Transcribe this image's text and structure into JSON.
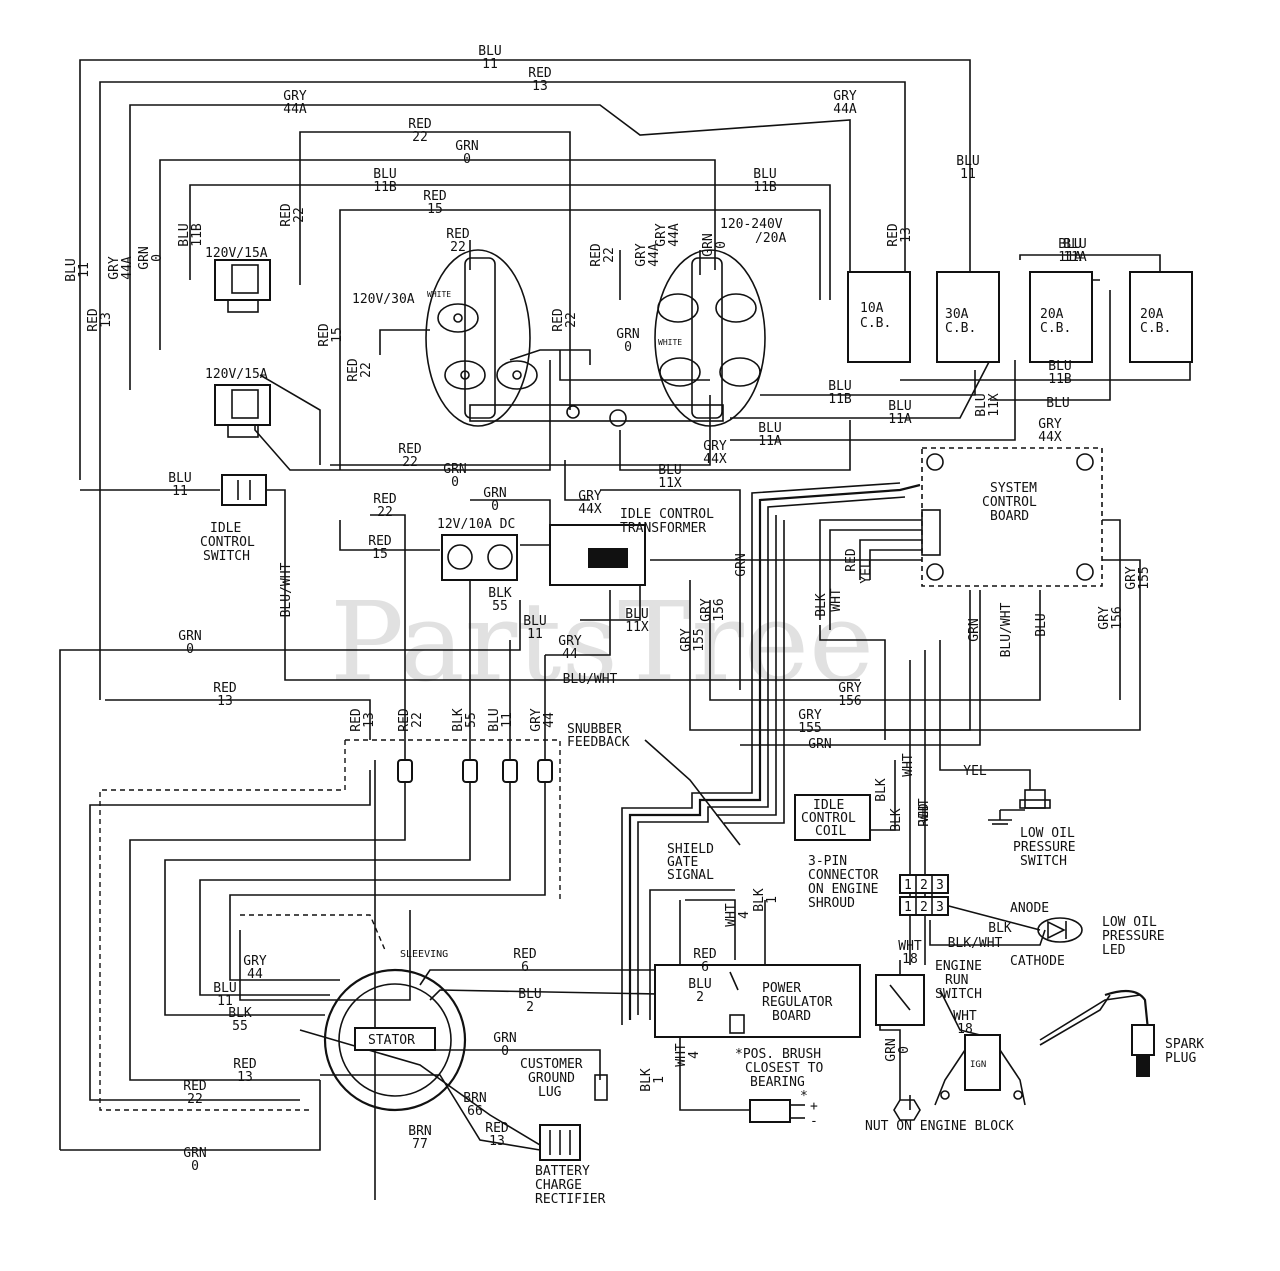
{
  "watermark": "PartsTree",
  "components": {
    "outlet_120v_30a": "120V/30A",
    "outlet_120_240v_20a": "120-240V\n/20A",
    "outlet_120v_15a_top": "120V/15A",
    "outlet_120v_15a_bottom": "120V/15A",
    "white_a": "WHITE",
    "white_b": "WHITE",
    "cb_10a": "10A\nC.B.",
    "cb_30a": "30A\nC.B.",
    "cb_20a_a": "20A\nC.B.",
    "cb_20a_b": "20A\nC.B.",
    "dc_12v_10a": "12V/10A DC",
    "idle_control_switch": "IDLE\nCONTROL\nSWITCH",
    "idle_control_transformer": "IDLE CONTROL\nTRANSFORMER",
    "system_control_board": "SYSTEM\nCONTROL\nBOARD",
    "snubber_feedback": "SNUBBER\nFEEDBACK",
    "shield_gate_signal": "SHIELD\nGATE\nSIGNAL",
    "idle_control_coil": "IDLE\nCONTROL\nCOIL",
    "low_oil_pressure_switch": "LOW OIL\nPRESSURE\nSWITCH",
    "three_pin_connector": "3-PIN\nCONNECTOR\nON ENGINE\nSHROUD",
    "anode": "ANODE",
    "cathode": "CATHODE",
    "low_oil_pressure_led": "LOW OIL\nPRESSURE\nLED",
    "engine_run_switch": "ENGINE\nRUN\nSWITCH",
    "spark_plug": "SPARK\nPLUG",
    "power_regulator_board": "POWER\nREGULATOR\nBOARD",
    "sleeving": "SLEEVING",
    "stator": "STATOR",
    "customer_ground_lug": "CUSTOMER\nGROUND\nLUG",
    "pos_brush": "*POS. BRUSH\nCLOSEST TO\nBEARING",
    "battery_charge_rectifier": "BATTERY\nCHARGE\nRECTIFIER",
    "nut_on_engine_block": "NUT ON ENGINE BLOCK",
    "ign": "IGN",
    "pin_1": "1",
    "pin_2": "2",
    "pin_3": "3",
    "plus": "+",
    "minus": "-",
    "star": "*"
  },
  "wire_labels": [
    "BLU\n11",
    "RED\n13",
    "GRY\n44A",
    "GRY\n44A",
    "RED\n22",
    "GRN\n0",
    "BLU\n11B",
    "BLU\n11B",
    "RED\n15",
    "BLU\n11",
    "RED\n13",
    "BLU\n11A",
    "GRY\n44A",
    "GRN\n0",
    "GRY\n44A",
    "RED\n22",
    "BLU\n11B",
    "BLU\n11",
    "GRY\n44A",
    "GRN\n0",
    "RED\n13",
    "RED\n15",
    "RED\n22",
    "BLU\n11A",
    "RED\n22",
    "GRN\n0",
    "RED\n22",
    "RED\n22",
    "BLU\n11B",
    "BLU\n11A",
    "BLU\n11A",
    "BLU\n11B",
    "BLU\n11X",
    "BLU",
    "GRY\n44X",
    "GRY\n44X",
    "RED\n22",
    "GRN\n0",
    "BLU\n11",
    "BLU\n11X",
    "GRN\n0",
    "RED\n22",
    "GRY\n44X",
    "RED\n15",
    "BLK\n55",
    "BLU\n11",
    "BLU\n11X",
    "GRY\n44",
    "GRY\n155",
    "GRY\n156",
    "GRN",
    "GRN\n0",
    "BLU/WHT",
    "BLU/WHT",
    "RED\n13",
    "GRY\n156",
    "GRY\n155",
    "GRN",
    "BLK",
    "WHT",
    "RED",
    "YEL",
    "GRN",
    "BLU/WHT",
    "BLU",
    "GRY\n156",
    "GRY\n155",
    "RED\n13",
    "RED\n22",
    "BLK\n55",
    "BLU\n11",
    "GRY\n44",
    "BLK",
    "WHT",
    "YEL",
    "BLK",
    "WHT",
    "RED",
    "BLK",
    "BLK/WHT",
    "WHT\n18",
    "WHT\n18",
    "GRN\n0",
    "WHT\n4",
    "BLK\n1",
    "RED\n6",
    "BLU\n2",
    "RED\n6",
    "BLU\n2",
    "GRY\n44",
    "BLU\n11",
    "BLK\n55",
    "RED\n13",
    "RED\n22",
    "GRN\n0",
    "BRN\n66",
    "BRN\n77",
    "RED\n13",
    "GRN\n0",
    "BLK\n1",
    "WHT\n4"
  ]
}
